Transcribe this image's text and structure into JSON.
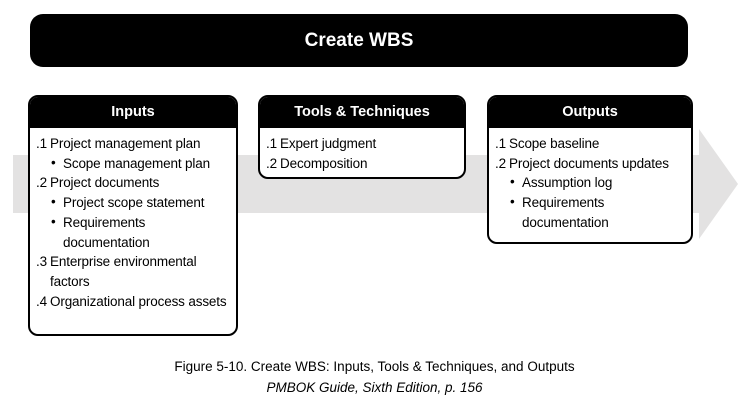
{
  "title": "Create WBS",
  "colors": {
    "background": "#ffffff",
    "header_bg": "#000000",
    "header_fg": "#ffffff",
    "box_border": "#000000",
    "arrow_fill": "#e3e2e2"
  },
  "bullet_char": "•",
  "columns": [
    {
      "id": "inputs",
      "header": "Inputs",
      "items": [
        {
          "num": ".1",
          "text": "Project management plan",
          "bullets": [
            "Scope management plan"
          ]
        },
        {
          "num": ".2",
          "text": "Project documents",
          "bullets": [
            "Project scope statement",
            "Requirements documentation"
          ]
        },
        {
          "num": ".3",
          "text": "Enterprise environmental factors",
          "bullets": []
        },
        {
          "num": ".4",
          "text": "Organizational process assets",
          "bullets": []
        }
      ]
    },
    {
      "id": "tools-techniques",
      "header": "Tools & Techniques",
      "items": [
        {
          "num": ".1",
          "text": "Expert judgment",
          "bullets": []
        },
        {
          "num": ".2",
          "text": "Decomposition",
          "bullets": []
        }
      ]
    },
    {
      "id": "outputs",
      "header": "Outputs",
      "items": [
        {
          "num": ".1",
          "text": "Scope baseline",
          "bullets": []
        },
        {
          "num": ".2",
          "text": "Project documents updates",
          "bullets": [
            "Assumption log",
            "Requirements documentation"
          ]
        }
      ]
    }
  ],
  "caption": {
    "line1": "Figure 5-10. Create WBS: Inputs, Tools & Techniques, and Outputs",
    "line2": "PMBOK Guide, Sixth Edition, p. 156"
  }
}
